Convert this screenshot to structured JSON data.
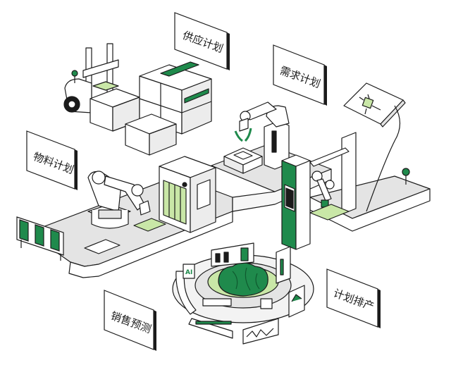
{
  "signs": {
    "supply_plan": "供应计划",
    "demand_plan": "需求计划",
    "material_plan": "物料计划",
    "sales_forecast": "销售预测",
    "plan_scheduling": "计划排产"
  },
  "hub": {
    "ai_badge": "AI"
  },
  "colors": {
    "accent_green": "#1f8a4c",
    "light_green": "#c9e7a7",
    "line": "#1b1b1b",
    "floor_gray": "#e4e4e4",
    "panel_gray": "#f3f3f3"
  },
  "icons": [
    "forklift-icon",
    "box-stack-icon",
    "robot-arm-icon",
    "conveyor-icon",
    "tablet-circuit-icon",
    "brain-chip-icon",
    "green-kiosk-icon",
    "striped-barrier-icon"
  ]
}
